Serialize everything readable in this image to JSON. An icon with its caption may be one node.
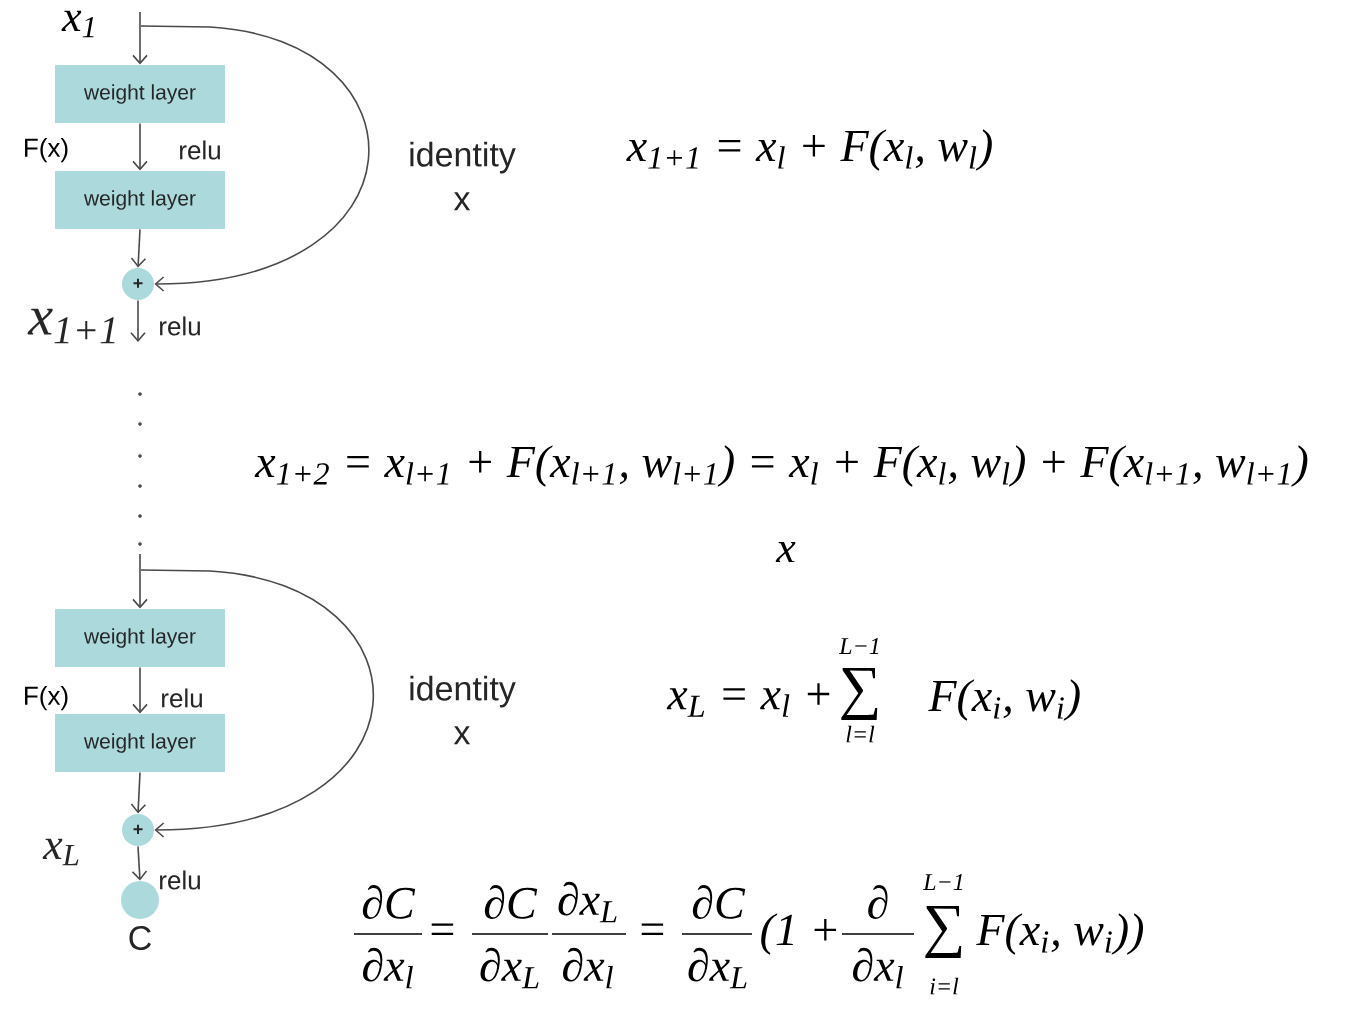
{
  "diagram": {
    "nodes": [
      {
        "text": [
          "weight layer"
        ]
      },
      {
        "text": [
          "weight layer"
        ]
      },
      {
        "text": [
          "+"
        ],
        "beside": [
          "x$_{1+1}$"
        ]
      },
      {
        "text": [
          "weight layer"
        ]
      },
      {
        "text": [
          "weight layer"
        ]
      },
      {
        "text": [
          "+"
        ],
        "beside": [
          "x$_{L}$"
        ]
      },
      {
        "text": [],
        "shape": "circle",
        "beside": [
          "C"
        ]
      }
    ],
    "edges": [
      {
        "from": null,
        "to": 0,
        "arrow": "to"
      },
      {
        "from": 0,
        "to": 1,
        "arrow": "to",
        "label": "relu"
      },
      {
        "from": 1,
        "to": 2,
        "arrow": "to"
      },
      {
        "from": null,
        "to": 2,
        "arrow": "to",
        "label": "identity x"
      },
      {
        "from": 2,
        "to": null,
        "arrow": "to",
        "label": "relu"
      },
      {
        "from": null,
        "to": 3,
        "arrow": "to"
      },
      {
        "from": 3,
        "to": 4,
        "arrow": "to",
        "label": "relu"
      },
      {
        "from": 4,
        "to": 5,
        "arrow": "to"
      },
      {
        "from": null,
        "to": 5,
        "arrow": "to",
        "label": "identity x"
      },
      {
        "from": 5,
        "to": 6,
        "arrow": "to",
        "label": "relu"
      }
    ],
    "labels": [
      "x$_{1}$",
      "F(x)",
      "x$_{1+1}$ = x$_{l}$ + F(x$_{l}$, w$_{l}$)",
      "x$_{1+2}$ = x$_{l+1}$ + F(x$_{l+1}$, w$_{l+1}$) = x$_{l}$ + F(x$_{l}$, w$_{l}$) + F(x$_{l+1}$, w$_{l+1}$)",
      "x",
      "F(x)",
      "x$_{L}$ = x$_{l}$ +",
      "L−1",
      "∑",
      "l=l",
      "F(x$_{i}$, w$_{i}$)",
      "∂C",
      "∂x$_{l}$",
      "=",
      "∂C",
      "∂x$_{L}$",
      "∂x$_{L}$",
      "∂x$_{l}$",
      "=",
      "∂C",
      "∂x$_{L}$",
      "(1 +",
      "∂",
      "∂x$_{l}$",
      "L−1",
      "∑",
      "i=l",
      "F(x$_{i}$, w$_{i}$))"
    ]
  }
}
